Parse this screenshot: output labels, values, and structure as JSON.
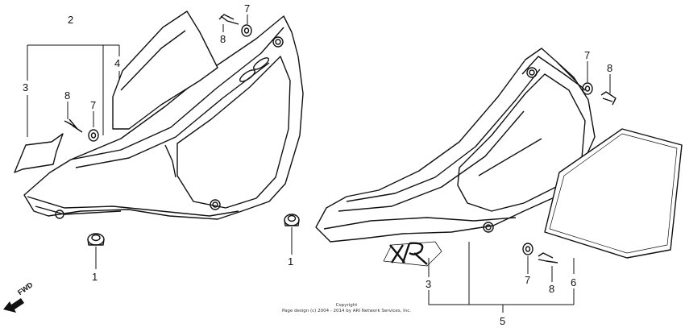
{
  "callouts": [
    "1",
    "2",
    "3",
    "4",
    "5",
    "6",
    "7",
    "8"
  ],
  "copyright": {
    "line1": "Copyright",
    "line2": "Page design (c) 2004 - 2014 by ARI Network Services, Inc."
  },
  "forward_label": "FWD",
  "emblem_text": "XR"
}
